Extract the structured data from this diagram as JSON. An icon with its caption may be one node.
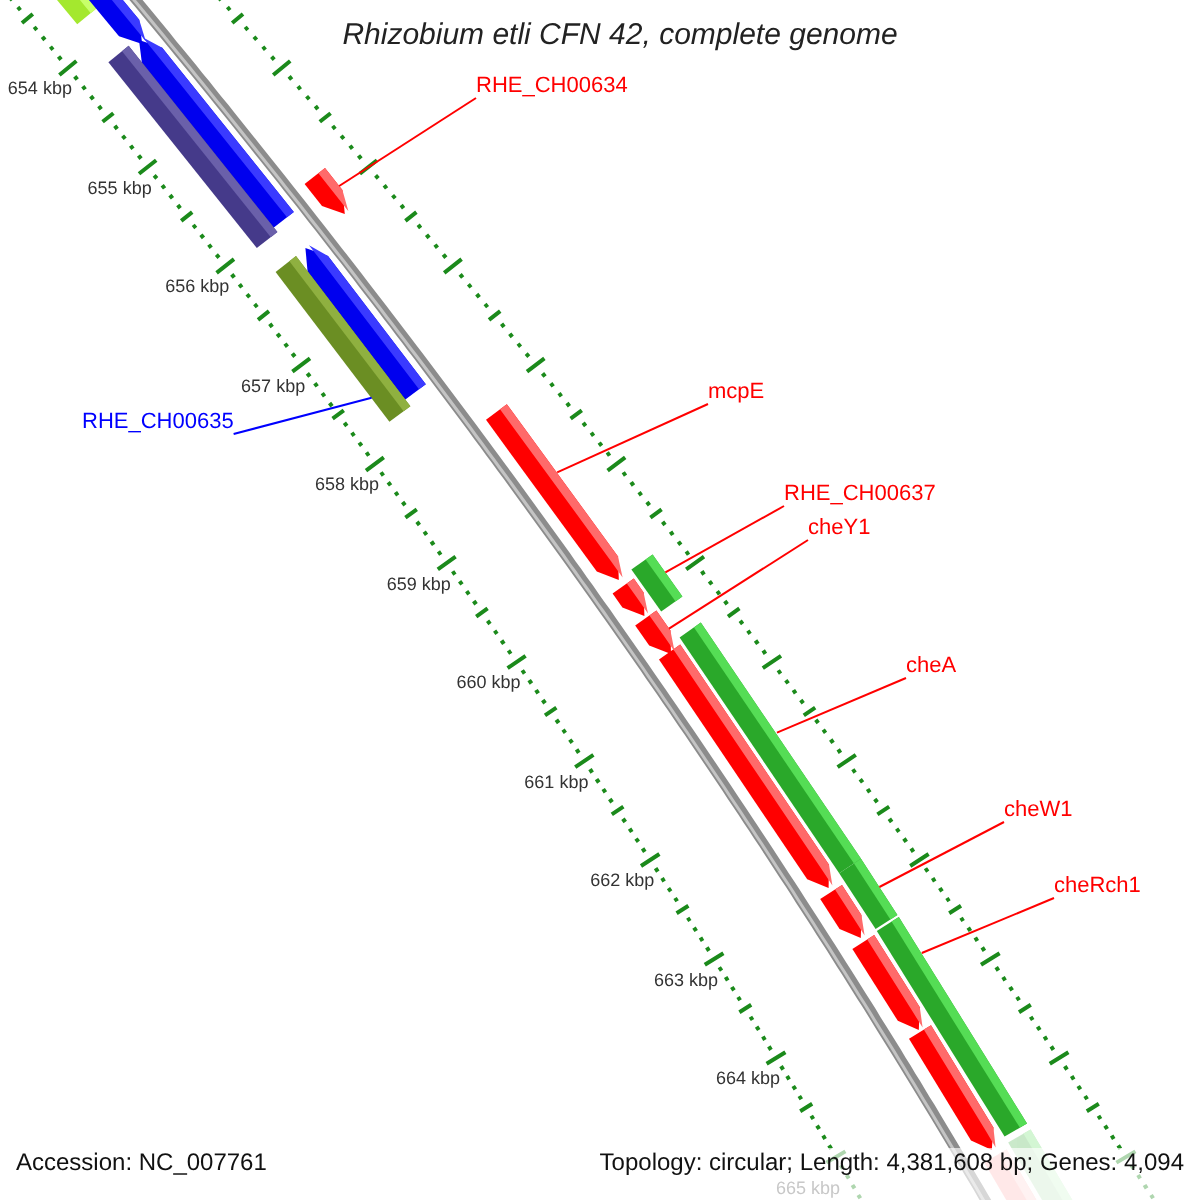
{
  "diagram": {
    "title": "Rhizobium etli CFN 42, complete genome",
    "nodes": [
      {
        "text": [
          "RHE_CH00634"
        ]
      },
      {
        "text": [],
        "shape": "arrow"
      },
      {
        "text": [
          "RHE_CH00635"
        ]
      },
      {
        "text": [],
        "shape": "bar"
      },
      {
        "text": [
          "mcpE"
        ]
      },
      {
        "text": [],
        "shape": "arrow"
      },
      {
        "text": [
          "RHE_CH00637"
        ]
      },
      {
        "text": [],
        "shape": "bar"
      },
      {
        "text": [
          "cheY1"
        ]
      },
      {
        "text": [],
        "shape": "arrow"
      },
      {
        "text": [
          "cheA"
        ]
      },
      {
        "text": [],
        "shape": "bar"
      },
      {
        "text": [
          "cheW1"
        ]
      },
      {
        "text": [],
        "shape": "bar"
      },
      {
        "text": [
          "cheRch1"
        ]
      },
      {
        "text": [],
        "shape": "bar"
      }
    ],
    "edges": [
      {
        "from": 0,
        "to": 1,
        "arrow": "none"
      },
      {
        "from": 2,
        "to": 3,
        "arrow": "none",
        "color": "#0000ff"
      },
      {
        "from": 4,
        "to": 5,
        "arrow": "none"
      },
      {
        "from": 6,
        "to": 7,
        "arrow": "none"
      },
      {
        "from": 8,
        "to": 9,
        "arrow": "none"
      },
      {
        "from": 10,
        "to": 11,
        "arrow": "none"
      },
      {
        "from": 12,
        "to": 13,
        "arrow": "none"
      },
      {
        "from": 14,
        "to": 15,
        "arrow": "none"
      }
    ],
    "labels": [
      "654 kbp",
      "655 kbp",
      "656 kbp",
      "657 kbp",
      "658 kbp",
      "659 kbp",
      "660 kbp",
      "661 kbp",
      "662 kbp",
      "663 kbp",
      "664 kbp",
      "665 kbp",
      "Accession: NC_007761",
      "Topology: circular; Length: 4,381,608 bp; Genes: 4,094"
    ]
  }
}
